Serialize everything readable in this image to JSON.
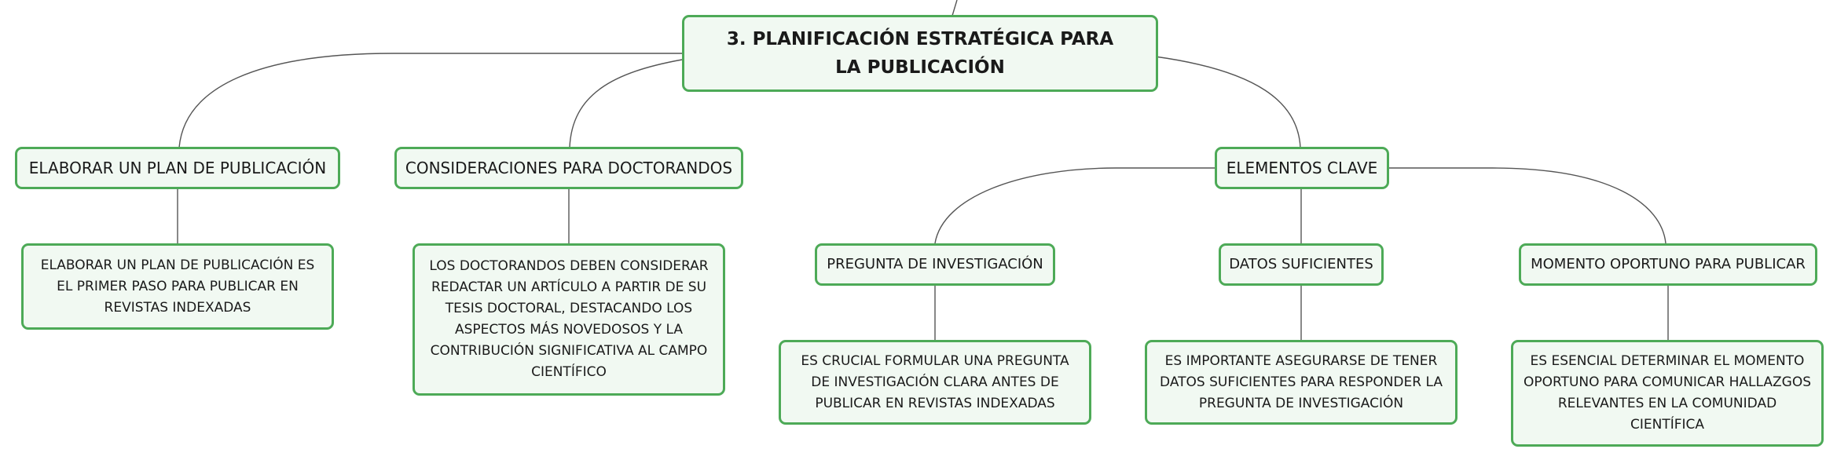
{
  "root": {
    "label": "3. PLANIFICACIÓN ESTRATÉGICA PARA LA PUBLICACIÓN"
  },
  "branches": [
    {
      "label": "ELABORAR UN PLAN DE PUBLICACIÓN",
      "detail": "ELABORAR UN PLAN DE PUBLICACIÓN ES EL PRIMER PASO PARA PUBLICAR EN REVISTAS INDEXADAS"
    },
    {
      "label": "CONSIDERACIONES PARA DOCTORANDOS",
      "detail": "LOS DOCTORANDOS DEBEN CONSIDERAR REDACTAR UN ARTÍCULO A PARTIR DE SU TESIS DOCTORAL, DESTACANDO LOS ASPECTOS MÁS NOVEDOSOS Y LA CONTRIBUCIÓN SIGNIFICATIVA AL CAMPO CIENTÍFICO"
    },
    {
      "label": "ELEMENTOS CLAVE",
      "children": [
        {
          "label": "PREGUNTA DE INVESTIGACIÓN",
          "detail": "ES CRUCIAL FORMULAR UNA PREGUNTA DE INVESTIGACIÓN CLARA ANTES DE PUBLICAR EN REVISTAS INDEXADAS"
        },
        {
          "label": "DATOS SUFICIENTES",
          "detail": "ES IMPORTANTE ASEGURARSE DE TENER DATOS SUFICIENTES PARA RESPONDER LA PREGUNTA DE INVESTIGACIÓN"
        },
        {
          "label": "MOMENTO OPORTUNO PARA PUBLICAR",
          "detail": "ES ESENCIAL DETERMINAR EL MOMENTO OPORTUNO PARA COMUNICAR HALLAZGOS RELEVANTES EN LA COMUNIDAD CIENTÍFICA"
        }
      ]
    }
  ],
  "colors": {
    "border": "#4daa57",
    "fill": "#f1f9f2",
    "line": "#555555",
    "text": "#1a1a1a"
  }
}
